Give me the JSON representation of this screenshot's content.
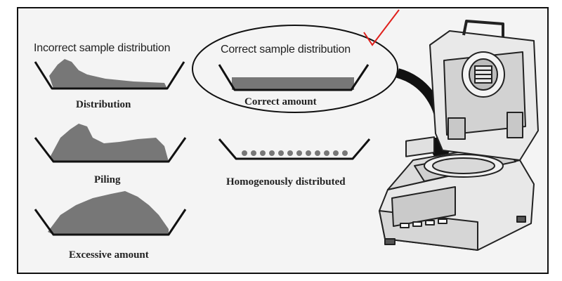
{
  "headings": {
    "incorrect": "Incorrect sample distribution",
    "correct": "Correct sample distribution"
  },
  "captions": {
    "distribution": "Distribution",
    "piling": "Piling",
    "excessive": "Excessive amount",
    "correct_amount": "Correct amount",
    "homogenous": "Homogenously distributed"
  },
  "colors": {
    "sample_fill": "#777777",
    "outline": "#111111",
    "check_mark": "#e0201c",
    "background": "#f4f4f4"
  }
}
